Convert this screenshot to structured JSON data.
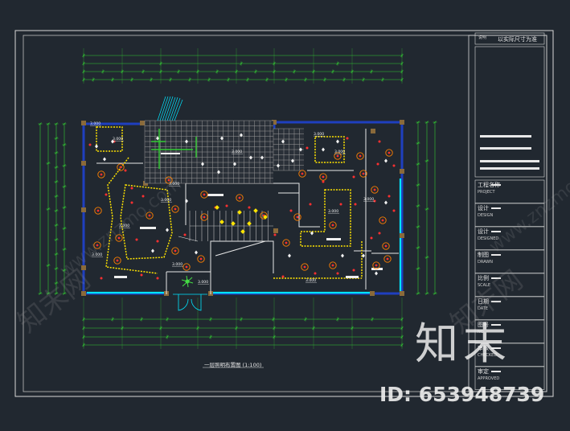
{
  "drawing": {
    "caption": "一层照明布置图 (1:100)",
    "header_small_label": "说明",
    "header_label": "以实际尺寸为准",
    "room_levels": [
      "3.000",
      "3.000",
      "3.000",
      "3.000",
      "3.000",
      "3.000",
      "3.000",
      "3.000",
      "3.000",
      "3.000",
      "3.000",
      "3.000",
      "3.000",
      "3.000"
    ]
  },
  "title_block": {
    "sections": [
      {
        "label": "工程名称",
        "sub": "PROJECT"
      },
      {
        "label": "设计",
        "sub": "DESIGN"
      },
      {
        "label": "设计",
        "sub": "DESIGNED"
      },
      {
        "label": "制图",
        "sub": "DRAWN"
      },
      {
        "label": "比例",
        "sub": "SCALE"
      },
      {
        "label": "日期",
        "sub": "DATE"
      },
      {
        "label": "图号",
        "sub": "NO."
      },
      {
        "label": "审核",
        "sub": "CHECKED"
      },
      {
        "label": "审定",
        "sub": "APPROVED"
      }
    ]
  },
  "watermark": {
    "logo_text": "知末",
    "id_text": "ID: 653948739",
    "faint_text": "知末网",
    "faint_url": "www.znzmo.com"
  },
  "colors": {
    "background": "#212830",
    "frame": "#d9d9d9",
    "walls": "#1f3fbf",
    "dimension": "#33cc33",
    "light_ring": "#ff8000",
    "light_dot": "#ff3030",
    "cove_light": "#ffe400",
    "glass": "#00e5ff"
  }
}
